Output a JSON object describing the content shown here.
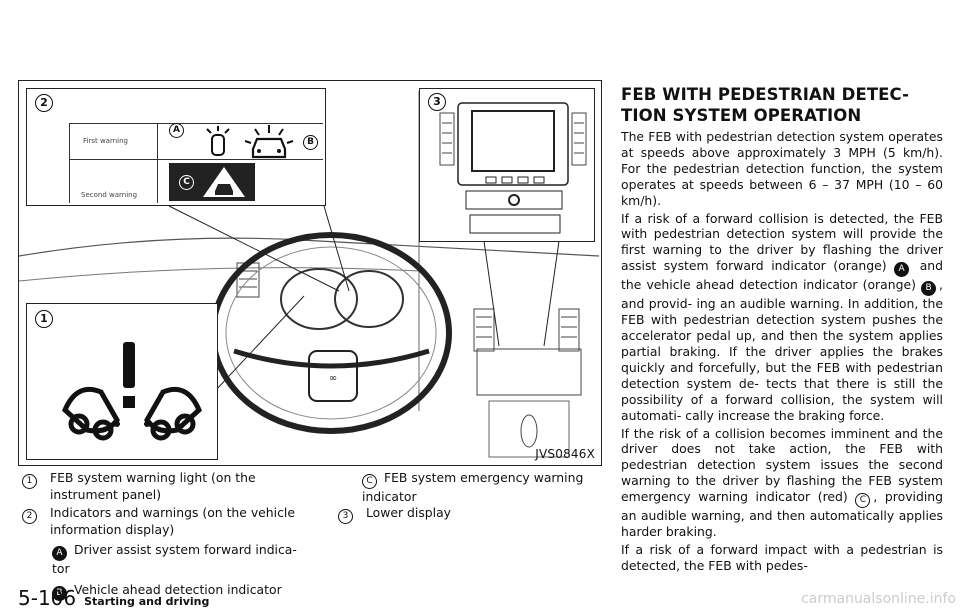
{
  "figure": {
    "code": "JVS0846X",
    "callout_1": "1",
    "callout_2": "2",
    "callout_3": "3",
    "first_warning": "First warning",
    "second_warning": "Second warning",
    "marker_a": "A",
    "marker_b": "B",
    "marker_c": "C"
  },
  "legend": {
    "item1_num": "1",
    "item1_text": "FEB system warning light (on the instrument panel)",
    "item2_num": "2",
    "item2_text": "Indicators and warnings (on the vehicle information display)",
    "item2a_letter": "A",
    "item2a_text": "Driver assist system forward indica- tor",
    "item2b_letter": "B",
    "item2b_text": "Vehicle ahead detection indicator",
    "item2c_letter": "C",
    "item2c_text": "FEB system emergency warning indicator",
    "item3_num": "3",
    "item3_text": "Lower display"
  },
  "section": {
    "heading": "FEB WITH PEDESTRIAN DETEC- TION SYSTEM OPERATION",
    "p1": "The FEB with pedestrian detection system operates at speeds above approximately 3 MPH (5 km/h). For the pedestrian detection function, the system operates at speeds between 6 – 37 MPH (10 – 60 km/h).",
    "p2_a": "If a risk of a forward collision is detected, the FEB with pedestrian detection system will provide the first warning to the driver by flashing the driver assist system forward indicator (orange) ",
    "p2_b": " and the vehicle ahead detection indicator (orange) ",
    "p2_c": ", and provid- ing an audible warning. In addition, the FEB with pedestrian detection system pushes the accelerator pedal up, and then the system applies partial braking. If the driver applies the brakes quickly and forcefully, but the FEB with pedestrian detection system de- tects that there is still the possibility of a forward collision, the system will automati- cally increase the braking force.",
    "p3_a": "If the risk of a collision becomes imminent and the driver does not take action, the FEB with pedestrian detection system issues the second warning to the driver by flashing the FEB system emergency warning indicator (red) ",
    "p3_b": ", providing an audible warning, and then automatically applies harder braking.",
    "p4": "If a risk of a forward impact with a pedestrian is detected, the FEB with pedes-",
    "letter_a": "A",
    "letter_b": "B",
    "letter_c": "C"
  },
  "footer": {
    "page": "5-106",
    "section": "Starting and driving"
  },
  "watermark": "carmanualsonline.info"
}
